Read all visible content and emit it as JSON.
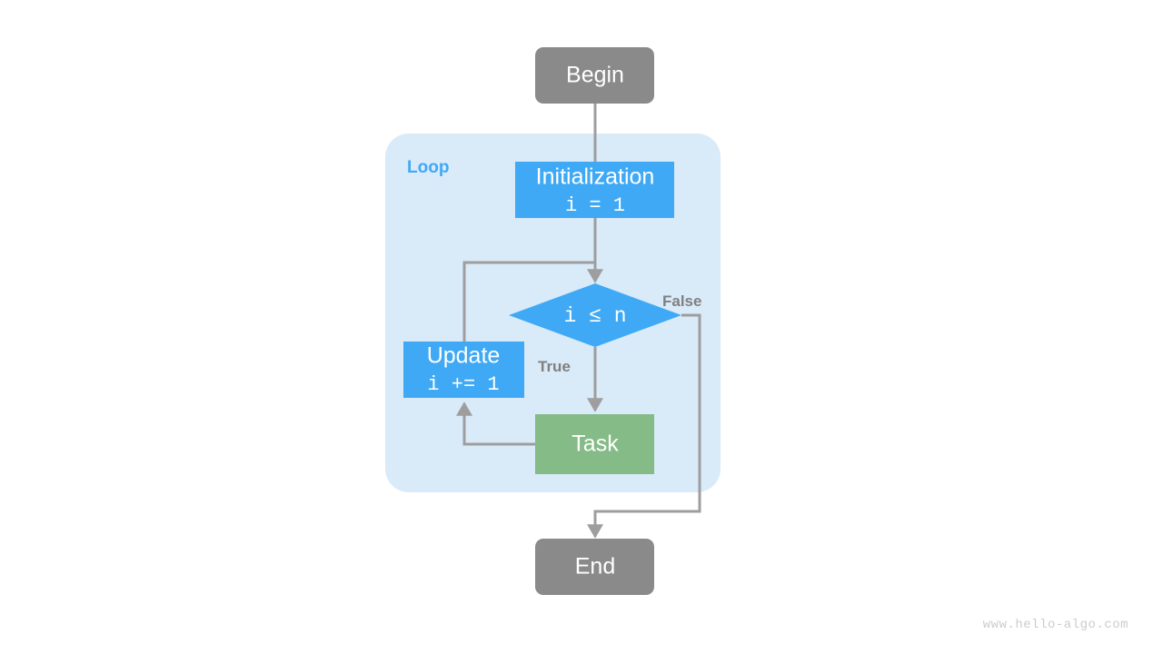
{
  "diagram": {
    "title": "for-loop-flowchart",
    "watermark": "www.hello-algo.com",
    "colors": {
      "terminal": "#8a8a8a",
      "process": "#3FA9F5",
      "task": "#84BB86",
      "group_bg": "#D9EAF9",
      "group_label": "#3FA9F5",
      "edge": "#9e9e9e",
      "edge_label": "#808080",
      "node_text": "#ffffff",
      "watermark": "#cccccc",
      "canvas": "#ffffff"
    },
    "group": {
      "label": "Loop"
    },
    "nodes": {
      "begin": {
        "label": "Begin",
        "shape": "rounded-rect"
      },
      "initialization": {
        "label": "Initialization",
        "sub_label": "i = 1",
        "shape": "rect"
      },
      "condition": {
        "label": "i ≤ n",
        "shape": "diamond"
      },
      "update": {
        "label": "Update",
        "sub_label": "i += 1",
        "shape": "rect"
      },
      "task": {
        "label": "Task",
        "shape": "rect"
      },
      "end": {
        "label": "End",
        "shape": "rounded-rect"
      }
    },
    "edge_labels": {
      "true": "True",
      "false": "False"
    }
  }
}
